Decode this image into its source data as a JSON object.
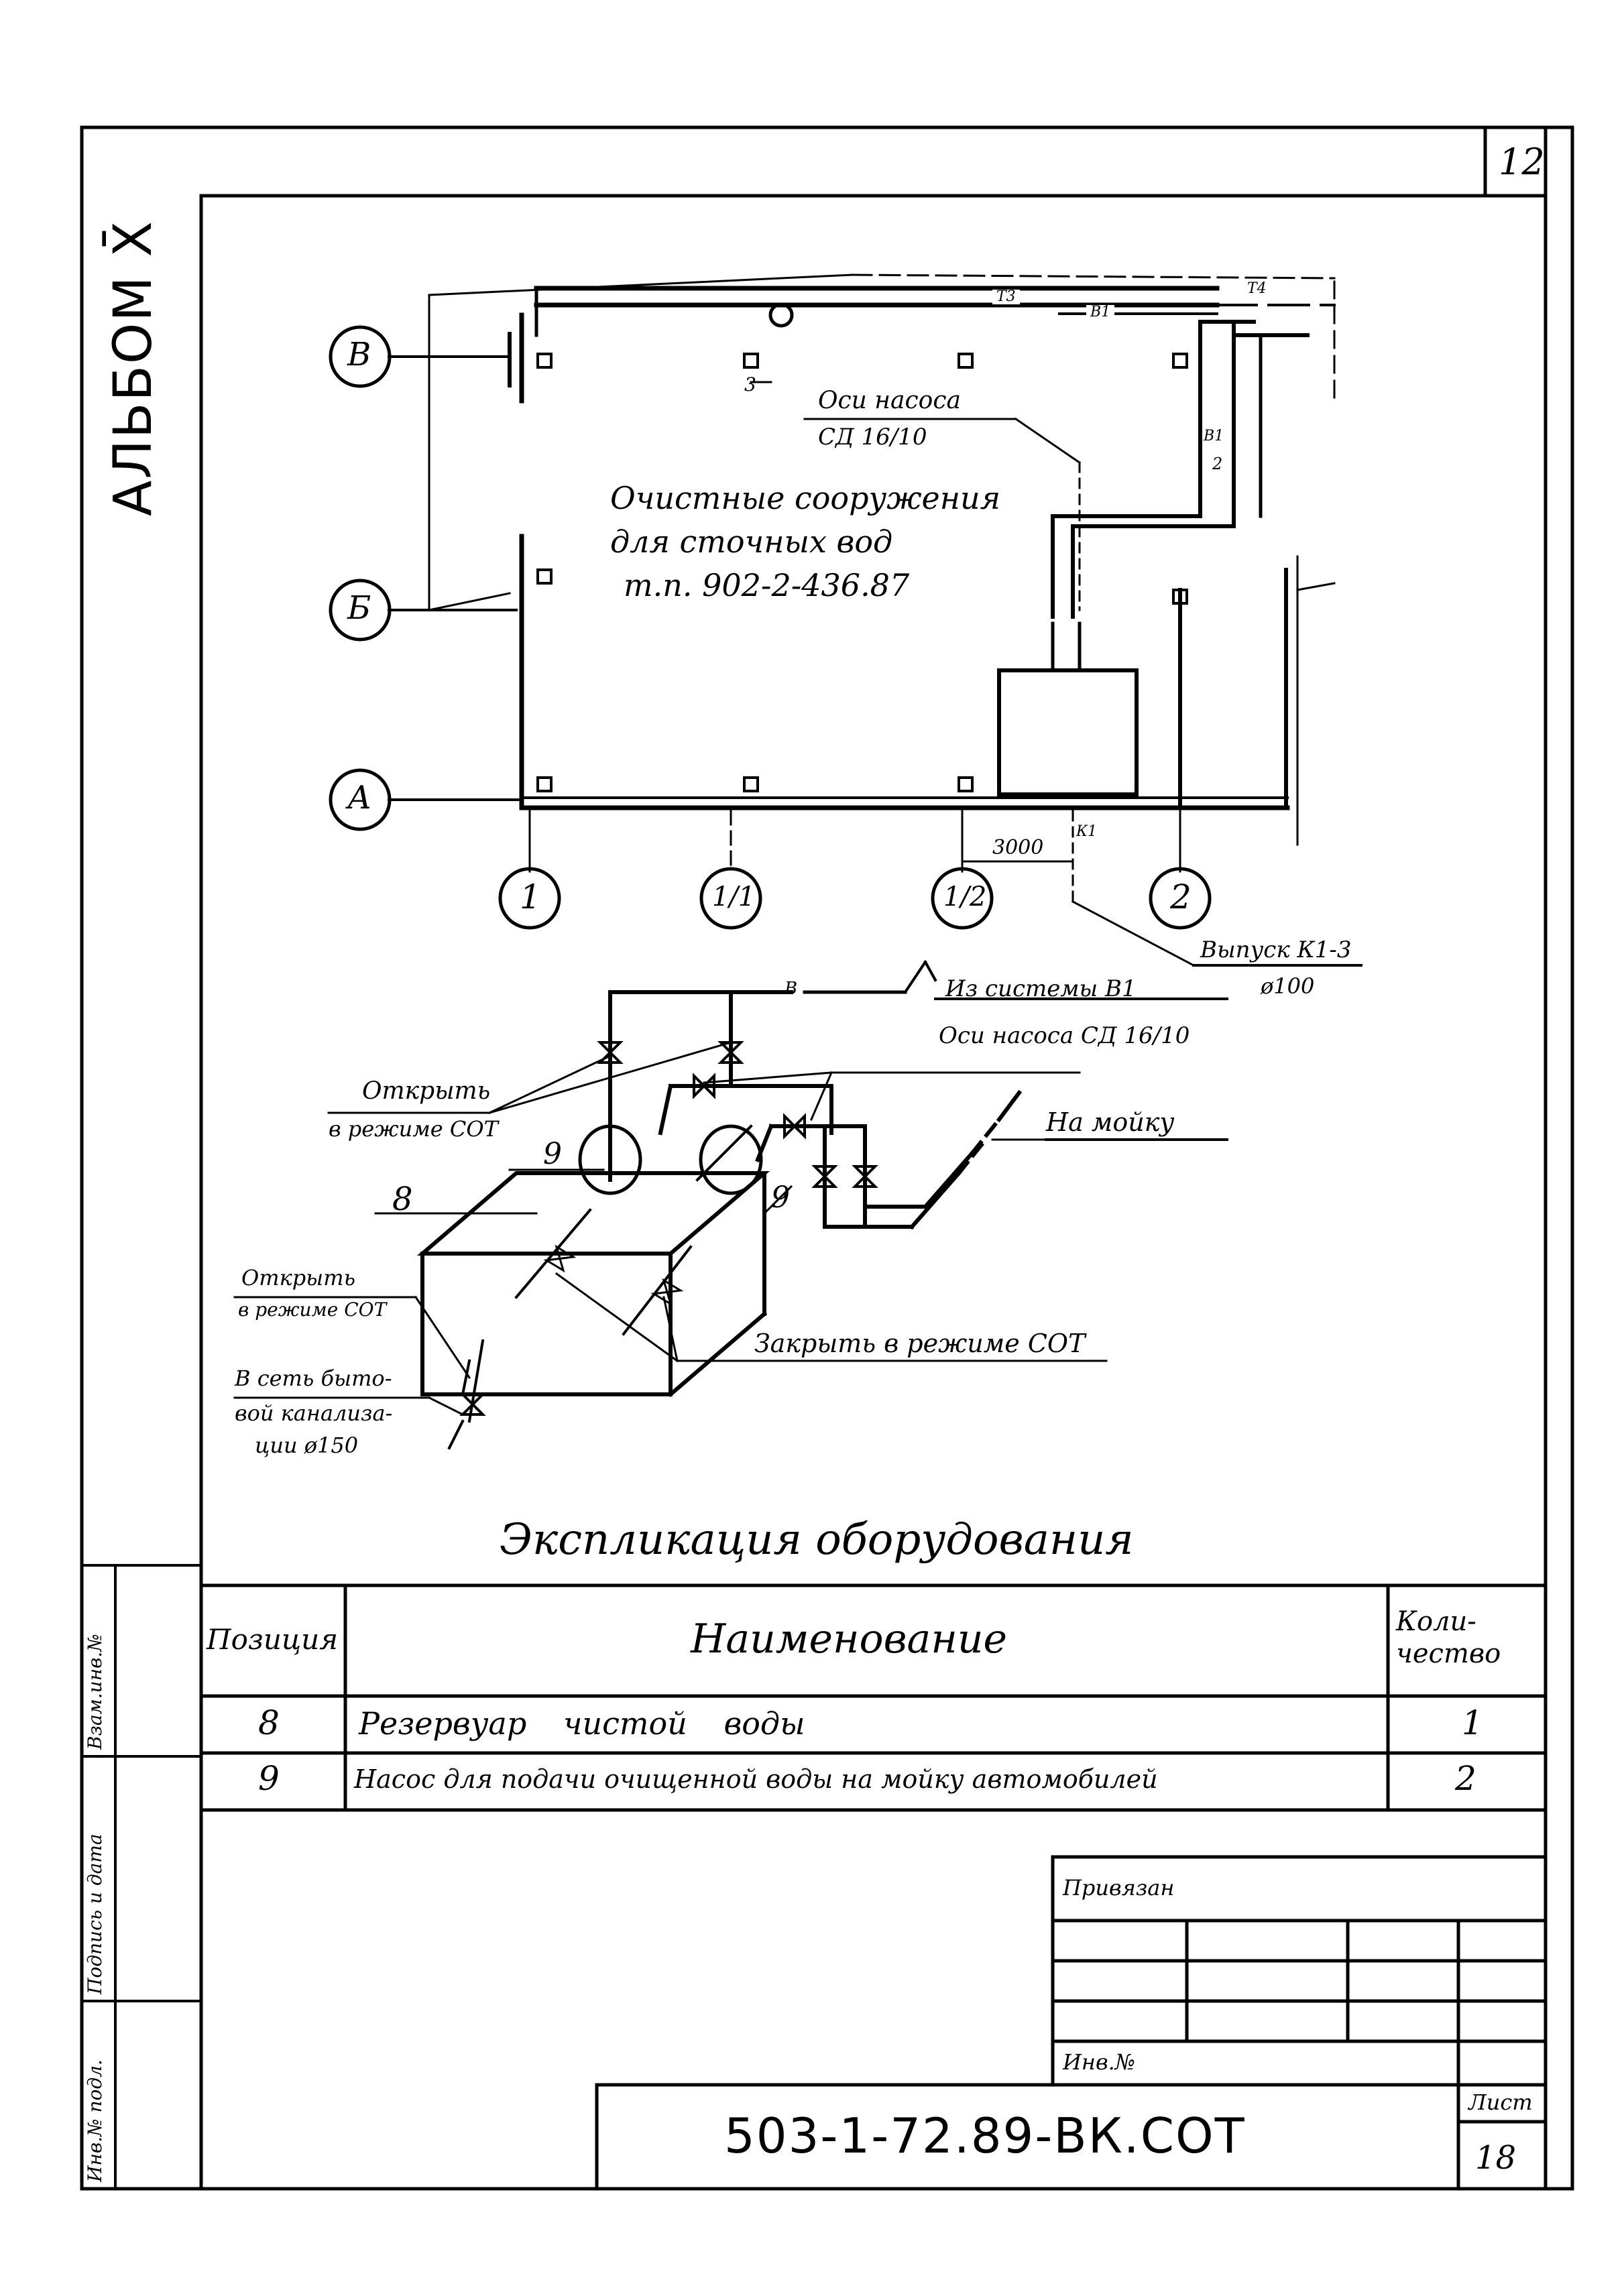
{
  "sheet": {
    "page_number": "12",
    "album": "АЛЬБОМ X̄",
    "document_code": "503-1-72.89-ВК.СОТ",
    "sheet_label": "Лист",
    "sheet_number": "18"
  },
  "plan": {
    "axis_letters": [
      "В",
      "Б",
      "А"
    ],
    "axis_numbers": [
      "1",
      "1/1",
      "1/2",
      "2"
    ],
    "title_lines": [
      "Очистные сооружения",
      "для сточных вод",
      "т.п. 902-2-436.87"
    ],
    "pump_label": [
      "Оси насоса",
      "СД 16/10"
    ],
    "outlet_label": [
      "Выпуск К1-3",
      "ø100"
    ],
    "dimension": "3000",
    "pipe_tags": [
      "Т3",
      "В1",
      "2",
      "В1",
      "Т4",
      "3",
      "К1"
    ]
  },
  "scheme": {
    "labels": {
      "from_system": "Из системы В1",
      "pump_axis": "Оси насоса СД 16/10",
      "open_cot_1": [
        "Открыть",
        "в режиме СОТ"
      ],
      "to_washing": "На мойку",
      "open_cot_2": [
        "Открыть",
        "в режиме СОТ"
      ],
      "close_cot": "Закрыть в режиме СОТ",
      "sewer": [
        "В сеть быто-",
        "вой канализа-",
        "ции ø150"
      ],
      "pos_8": "8",
      "pos_9a": "9",
      "pos_9b": "9",
      "pipe_b": "В"
    }
  },
  "explication": {
    "title": "Экспликация оборудования",
    "headers": [
      "Позиция",
      "Наименование",
      "Коли-чество"
    ],
    "rows": [
      {
        "pos": "8",
        "name": "Резервуар чистой воды",
        "qty": "1"
      },
      {
        "pos": "9",
        "name": "Насос для подачи очищенной воды на мойку автомобилей",
        "qty": "2"
      }
    ]
  },
  "title_block": {
    "privyazan": "Привязан",
    "inv_no": "Инв.№"
  },
  "side_stamp": [
    "Взам.инв.№",
    "Подпись и дата",
    "Инв.№ подл."
  ]
}
